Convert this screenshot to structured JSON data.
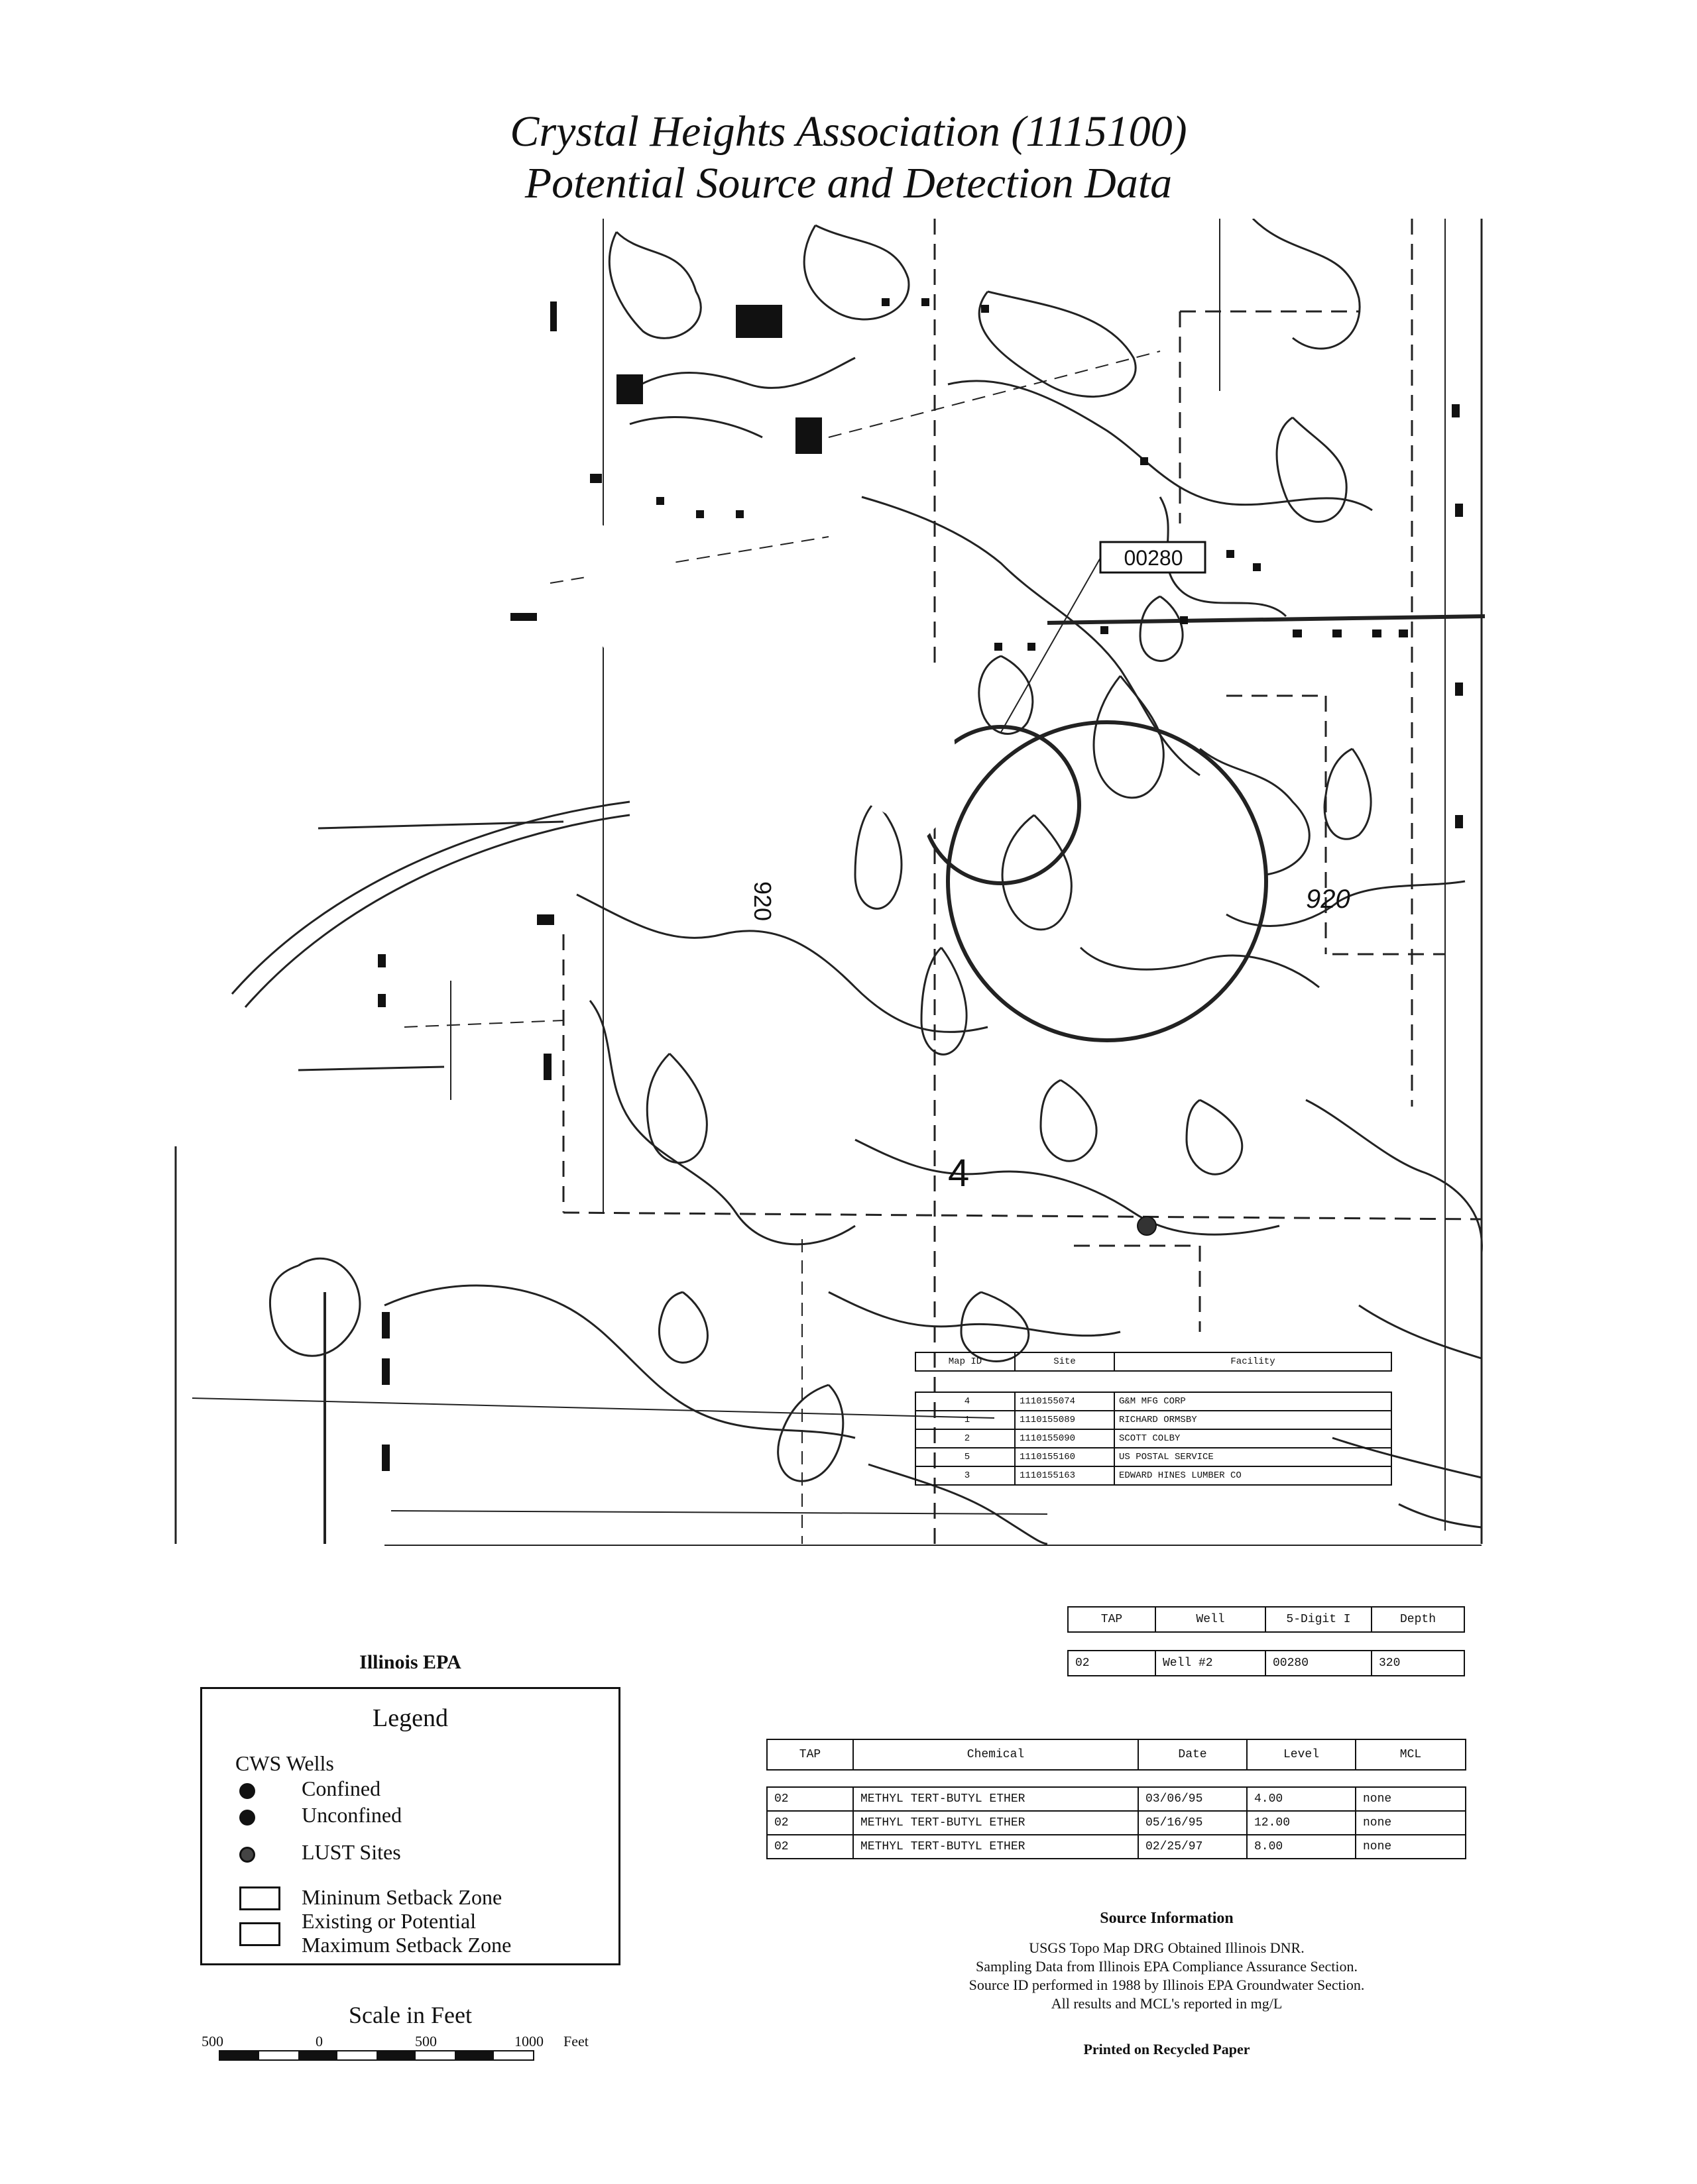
{
  "title": {
    "line1": "Crystal Heights Association (1115100)",
    "line2": "Potential Source and Detection Data"
  },
  "map": {
    "well_label": "00280",
    "contour_label": "920",
    "contour_label_rotated": "920",
    "section_number": "4"
  },
  "site_table": {
    "headers": [
      "Map ID",
      "Site",
      "Facility"
    ],
    "rows": [
      [
        "4",
        "1110155074",
        "G&M MFG CORP"
      ],
      [
        "1",
        "1110155089",
        "RICHARD ORMSBY"
      ],
      [
        "2",
        "1110155090",
        "SCOTT COLBY"
      ],
      [
        "5",
        "1110155160",
        "US POSTAL SERVICE"
      ],
      [
        "3",
        "1110155163",
        "EDWARD HINES LUMBER CO"
      ]
    ]
  },
  "well_table": {
    "headers": [
      "TAP",
      "Well",
      "5-Digit I",
      "Depth"
    ],
    "row": [
      "02",
      "Well #2",
      "00280",
      "320"
    ]
  },
  "chem_table": {
    "headers": [
      "TAP",
      "Chemical",
      "Date",
      "Level",
      "MCL"
    ],
    "rows": [
      [
        "02",
        "METHYL TERT-BUTYL ETHER",
        "03/06/95",
        "4.00",
        "none"
      ],
      [
        "02",
        "METHYL TERT-BUTYL ETHER",
        "05/16/95",
        "12.00",
        "none"
      ],
      [
        "02",
        "METHYL TERT-BUTYL ETHER",
        "02/25/97",
        "8.00",
        "none"
      ]
    ]
  },
  "agency": "Illinois EPA",
  "legend": {
    "title": "Legend",
    "cws_heading": "CWS Wells",
    "confined": "Confined",
    "unconfined": "Unconfined",
    "lust": "LUST Sites",
    "min_zone": "Mininum Setback Zone",
    "max_zone_line1": "Existing or Potential",
    "max_zone_line2": "Maximum Setback Zone"
  },
  "scale": {
    "title": "Scale in Feet",
    "labels": [
      "500",
      "0",
      "500",
      "1000",
      "Feet"
    ]
  },
  "source": {
    "heading": "Source Information",
    "lines": [
      "USGS Topo Map DRG Obtained Illinois DNR.",
      "Sampling Data from Illinois EPA Compliance Assurance Section.",
      "Source ID performed in 1988 by Illinois EPA Groundwater Section.",
      "All results and MCL's reported in mg/L"
    ],
    "printed": "Printed on Recycled Paper"
  }
}
